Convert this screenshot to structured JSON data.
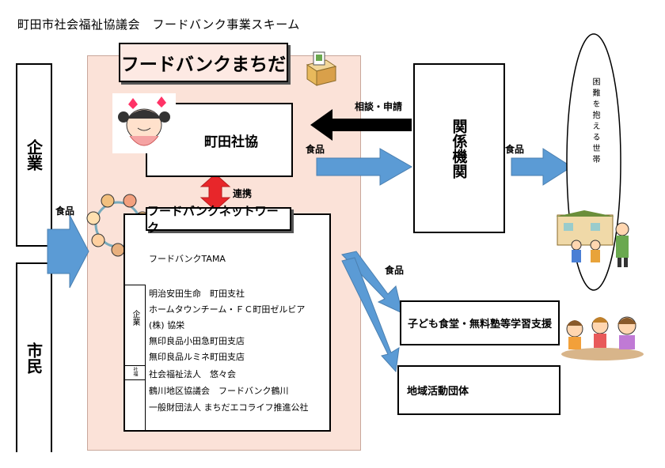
{
  "title": "町田市社会福祉協議会　フードバンク事業スキーム",
  "left_boxes": {
    "kigyo": "企業",
    "shimin": "市民"
  },
  "foodbank_title": "フードバンクまちだ",
  "shakyo": "町田社協",
  "renkei": "連携",
  "network": {
    "title": "フードバンクネットワーク",
    "first_member": "フードバンクTAMA",
    "kigyo_label": "企業",
    "shafuku_label": "社福",
    "members": [
      "明治安田生命　町田支社",
      "ホームタウンチーム・ＦＣ町田ゼルビア",
      "(株) 協栄",
      "無印良品小田急町田支店",
      "無印良品ルミネ町田支店",
      "社会福祉法人　悠々会",
      "鶴川地区協議会　フードバンク鶴川",
      "一般財団法人 まちだエコライフ推進公社"
    ]
  },
  "kankei_kikan": "関係機関",
  "soudan": "相談・申請",
  "food_label": "食品",
  "komaru": "困難を抱える世帯",
  "kodomo": "子ども食堂・無料塾等学習支援",
  "chiiki": "地域活動団体",
  "colors": {
    "arrow_blue": "#5b9bd5",
    "pink_panel": "#fbe2d8",
    "red_arrow": "#e8262a"
  }
}
